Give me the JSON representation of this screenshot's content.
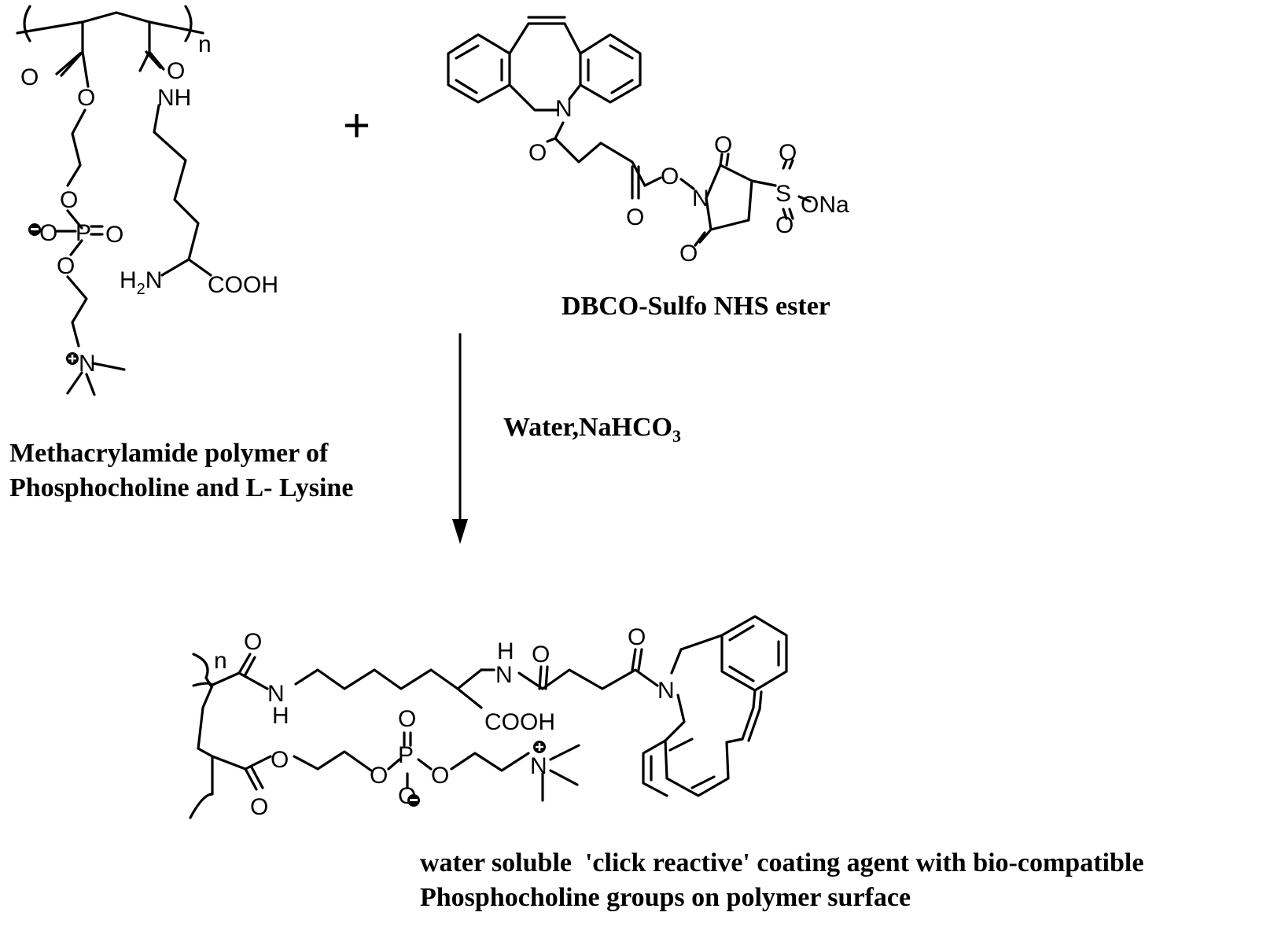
{
  "reactants": {
    "polymer": {
      "name_line1": "Methacrylamide polymer of",
      "name_line2": "Phosphocholine and L- Lysine",
      "labels": {
        "n": "n",
        "o_carbonyl": "O",
        "o_ester": "O",
        "o_amide": "O",
        "nh": "NH",
        "o_p1": "O",
        "o_minus": "O",
        "p": "P",
        "o_double": "O",
        "o_p2": "O",
        "h2n": "H2N",
        "cooh": "COOH",
        "n_plus": "N"
      }
    },
    "plus": "+",
    "dbco": {
      "name": "DBCO-Sulfo NHS ester",
      "labels": {
        "n_ring": "N",
        "o_amide": "O",
        "o_ester_dbl": "O",
        "o_link": "O",
        "n_nhs": "N",
        "o_top": "O",
        "o_bottom": "O",
        "s": "S",
        "o_s_top": "O",
        "o_s_bottom": "O",
        "ona": "ONa"
      }
    }
  },
  "arrow": {
    "condition_main": "Water,NaHCO",
    "condition_sub": "3"
  },
  "product": {
    "caption_line1": "water soluble  'click reactive' coating agent with bio-compatible",
    "caption_line2": "Phosphocholine groups on polymer surface",
    "labels": {
      "n": "n",
      "o_amide1": "O",
      "nh_n": "N",
      "nh_h": "H",
      "h_top": "H",
      "n_top": "N",
      "o_amide2": "O",
      "o_amide3": "O",
      "n_ring": "N",
      "cooh": "COOH",
      "o_ester_dbl": "O",
      "o_ester": "O",
      "o_p1": "O",
      "p": "P",
      "o_p_top": "O",
      "o_minus": "O",
      "o_p2": "O",
      "n_plus": "N"
    }
  },
  "colors": {
    "ink": "#000000",
    "background": "#ffffff"
  }
}
